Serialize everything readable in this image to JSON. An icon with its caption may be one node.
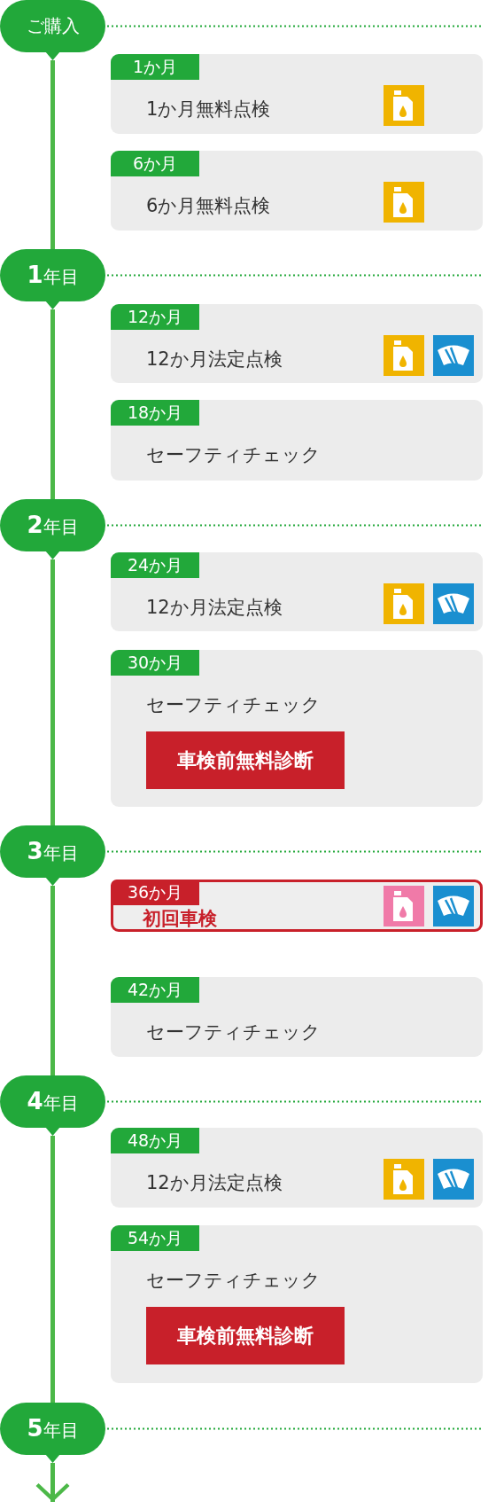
{
  "diagram": {
    "nodes": [
      {
        "text": [
          "ご購入"
        ]
      },
      {
        "text": [
          "1か月",
          "1か月無料点検"
        ]
      },
      {
        "text": [
          "6か月",
          "6か月無料点検"
        ]
      },
      {
        "text": [
          "**1**年目"
        ]
      },
      {
        "text": [
          "12か月",
          "12か月法定点検"
        ]
      },
      {
        "text": [
          "18か月",
          "セーフティチェック"
        ]
      },
      {
        "text": [
          "**2**年目"
        ]
      },
      {
        "text": [
          "24か月",
          "12か月法定点検"
        ]
      },
      {
        "text": [
          "30か月",
          "セーフティチェック"
        ]
      },
      {
        "text": [
          "車検前無料診断"
        ],
        "in": 8
      },
      {
        "text": [
          "**3**年目"
        ]
      },
      {
        "text": [
          "36か月",
          "初回車検"
        ]
      },
      {
        "text": [
          "42か月",
          "セーフティチェック"
        ]
      },
      {
        "text": [
          "**4**年目"
        ]
      },
      {
        "text": [
          "48か月",
          "12か月法定点検"
        ]
      },
      {
        "text": [
          "54か月",
          "セーフティチェック"
        ]
      },
      {
        "text": [
          "車検前無料診断"
        ],
        "in": 15
      },
      {
        "text": [
          "**5**年目"
        ]
      }
    ],
    "edges": [
      {
        "from": 0,
        "to": 3,
        "arrow": "none"
      },
      {
        "from": 3,
        "to": 6,
        "arrow": "none"
      },
      {
        "from": 6,
        "to": 10,
        "arrow": "none"
      },
      {
        "from": 10,
        "to": 13,
        "arrow": "none"
      },
      {
        "from": 13,
        "to": 17,
        "arrow": "none"
      },
      {
        "from": 17,
        "to": null,
        "arrow": "to"
      }
    ]
  }
}
